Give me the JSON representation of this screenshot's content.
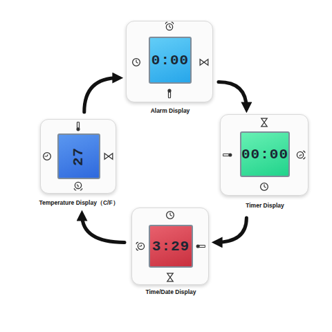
{
  "diagram": {
    "nodes": [
      {
        "text": [
          "0:00",
          "Alarm Display"
        ]
      },
      {
        "text": [
          "00:00",
          "Timer Display"
        ]
      },
      {
        "text": [
          "3:29",
          "Time/Date Display"
        ]
      },
      {
        "text": [
          "27",
          "Temperature Display（C/F）"
        ]
      }
    ],
    "edges": [
      {
        "from": 0,
        "to": 1,
        "arrow": "to"
      },
      {
        "from": 1,
        "to": 2,
        "arrow": "to"
      },
      {
        "from": 2,
        "to": 3,
        "arrow": "to"
      },
      {
        "from": 3,
        "to": 0,
        "arrow": "to"
      }
    ]
  }
}
